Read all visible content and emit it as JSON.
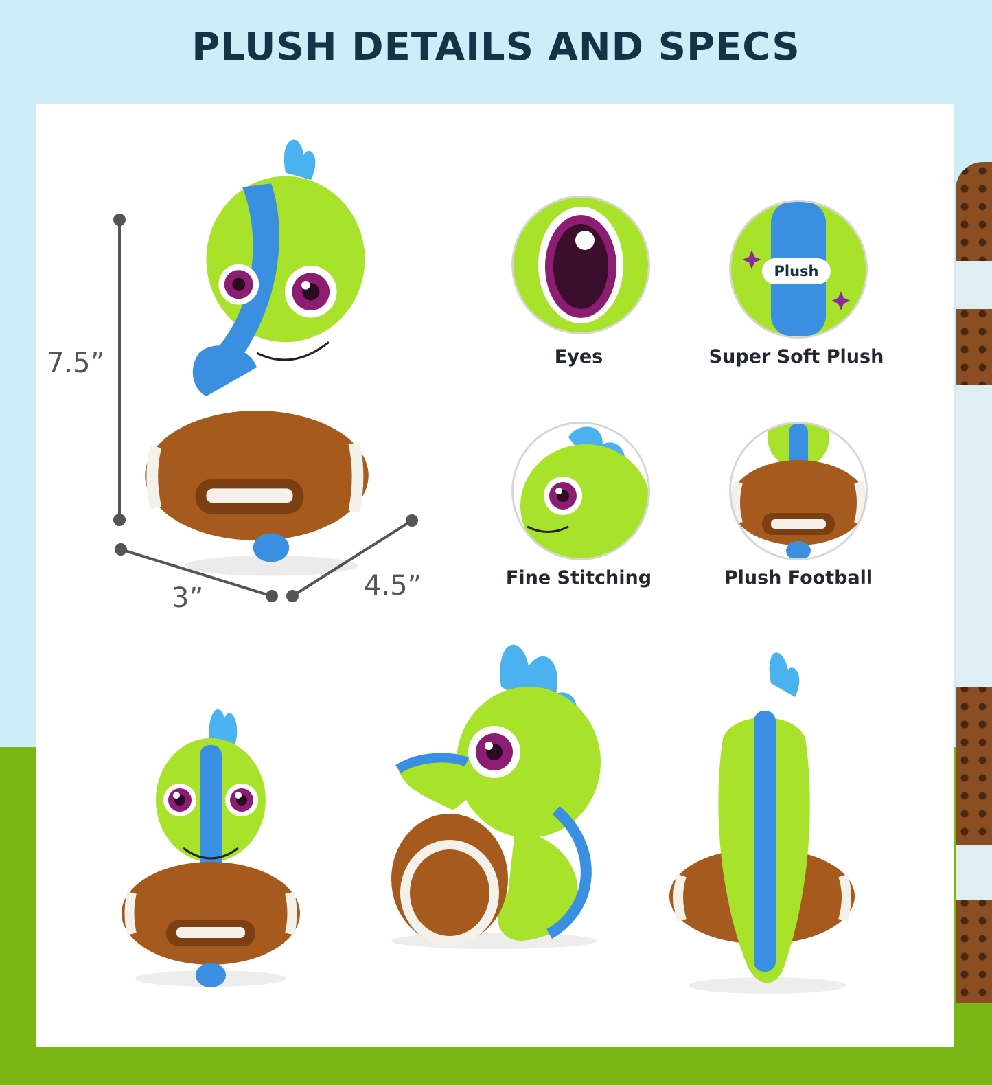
{
  "header": {
    "title": "PLUSH DETAILS AND SPECS"
  },
  "dimensions": {
    "height": "7.5”",
    "width": "3”",
    "depth": "4.5”"
  },
  "features": [
    {
      "label": "Eyes",
      "icon": "eye-closeup-icon"
    },
    {
      "label": "Super Soft Plush",
      "icon": "plush-fabric-closeup-icon",
      "badge": "Plush"
    },
    {
      "label": "Fine Stitching",
      "icon": "stitching-closeup-icon"
    },
    {
      "label": "Plush Football",
      "icon": "football-closeup-icon"
    }
  ],
  "views": [
    "front-view",
    "side-view",
    "back-view"
  ],
  "colors": {
    "sky": "#cdeef8",
    "grass": "#7cb516",
    "body": "#a8e22a",
    "spine": "#3b8fe0",
    "football": "#a65a1e",
    "title": "#163246"
  }
}
